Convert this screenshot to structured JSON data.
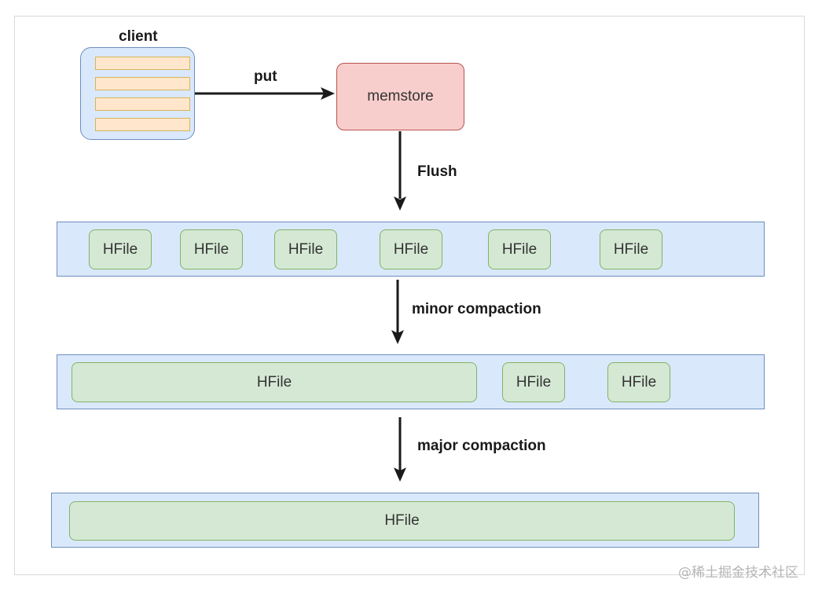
{
  "client": {
    "label": "client",
    "entries": 4
  },
  "put_label": "put",
  "memstore_label": "memstore",
  "flush_label": "Flush",
  "minor_label": "minor compaction",
  "major_label": "major compaction",
  "level1": {
    "files": [
      "HFile",
      "HFile",
      "HFile",
      "HFile",
      "HFile",
      "HFile"
    ]
  },
  "level2": {
    "files": [
      "HFile",
      "HFile",
      "HFile"
    ]
  },
  "level3": {
    "files": [
      "HFile"
    ]
  },
  "watermark": "@稀土掘金技术社区",
  "colors": {
    "client_fill": "#dae8fc",
    "client_line_fill": "#ffe6cc",
    "memstore_fill": "#f8cecc",
    "lane_fill": "#dae8fc",
    "hfile_fill": "#d5e8d4",
    "arrow": "#1a1a1a"
  }
}
